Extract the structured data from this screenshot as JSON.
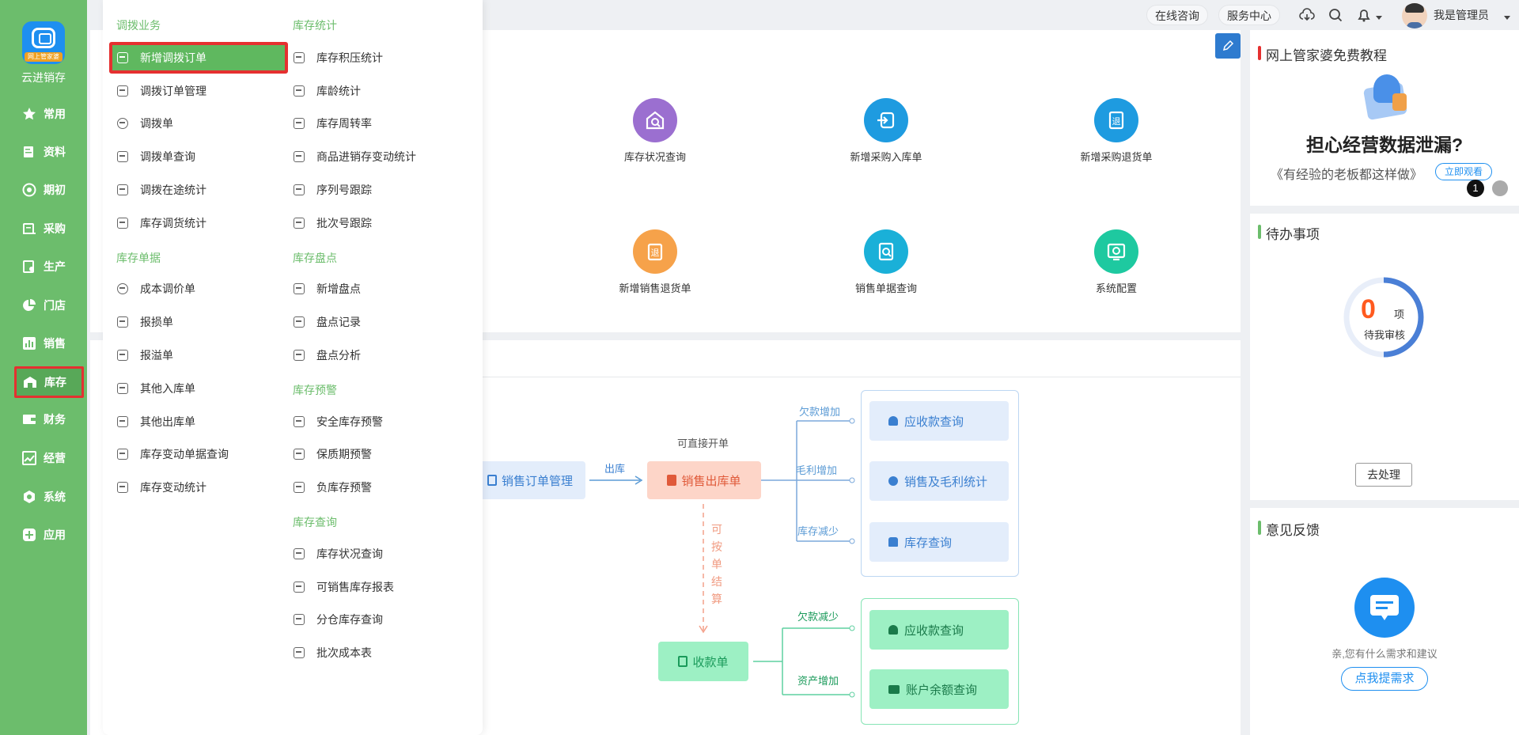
{
  "sidebar": {
    "brand": "云进销存",
    "logo_tag": "网上管家婆",
    "items": [
      {
        "label": "常用",
        "icon": "star-icon"
      },
      {
        "label": "资料",
        "icon": "document-icon"
      },
      {
        "label": "期初",
        "icon": "target-icon"
      },
      {
        "label": "采购",
        "icon": "purchase-icon"
      },
      {
        "label": "生产",
        "icon": "production-icon"
      },
      {
        "label": "门店",
        "icon": "pie-chart-icon"
      },
      {
        "label": "销售",
        "icon": "bar-chart-icon"
      },
      {
        "label": "库存",
        "icon": "warehouse-icon"
      },
      {
        "label": "财务",
        "icon": "wallet-icon"
      },
      {
        "label": "经营",
        "icon": "trend-chart-icon"
      },
      {
        "label": "系统",
        "icon": "settings-icon"
      },
      {
        "label": "应用",
        "icon": "apps-icon"
      }
    ]
  },
  "topbar": {
    "consult": "在线咨询",
    "service": "服务中心",
    "user": "我是管理员"
  },
  "quick_actions": [
    {
      "label": "库存状况查询",
      "color": "#9b6fd0"
    },
    {
      "label": "新增采购入库单",
      "color": "#1e9be0"
    },
    {
      "label": "新增采购退货单",
      "color": "#1e9be0"
    },
    {
      "label": "新增销售退货单",
      "color": "#f6a24a"
    },
    {
      "label": "销售单据查询",
      "color": "#1ab0d8"
    },
    {
      "label": "系统配置",
      "color": "#1ec9a0"
    }
  ],
  "flow": {
    "sales_order_mgmt": "销售订单管理",
    "ship_label": "出库",
    "direct_invoice": "可直接开单",
    "sales_out": "销售出库单",
    "debt_increase": "欠款增加",
    "gross_increase": "毛利增加",
    "stock_decrease": "库存减少",
    "receivable_query_1": "应收款查询",
    "sales_gross_stats": "销售及毛利统计",
    "stock_query": "库存查询",
    "settle_chars": [
      "可",
      "按",
      "单",
      "结",
      "算"
    ],
    "receipt": "收款单",
    "debt_decrease": "欠款减少",
    "asset_increase": "资产增加",
    "receivable_query_2": "应收款查询",
    "account_balance": "账户余额查询"
  },
  "tutorial": {
    "title": "网上管家婆免费教程",
    "headline": "担心经营数据泄漏?",
    "sub": "《有经验的老板都这样做》",
    "watch": "立即观看",
    "page": "1"
  },
  "todo": {
    "title": "待办事项",
    "count": "0",
    "unit": "项",
    "label": "待我审核",
    "button": "去处理"
  },
  "feedback": {
    "title": "意见反馈",
    "hint": "亲,您有什么需求和建议",
    "button": "点我提需求"
  },
  "dropdown": {
    "col1": [
      {
        "type": "head",
        "label": "调拨业务"
      },
      {
        "type": "item",
        "label": "新增调拨订单",
        "active": true
      },
      {
        "type": "item",
        "label": "调拨订单管理"
      },
      {
        "type": "item",
        "label": "调拨单"
      },
      {
        "type": "item",
        "label": "调拨单查询"
      },
      {
        "type": "item",
        "label": "调拨在途统计"
      },
      {
        "type": "item",
        "label": "库存调货统计"
      },
      {
        "type": "head",
        "label": "库存单据"
      },
      {
        "type": "item",
        "label": "成本调价单"
      },
      {
        "type": "item",
        "label": "报损单"
      },
      {
        "type": "item",
        "label": "报溢单"
      },
      {
        "type": "item",
        "label": "其他入库单"
      },
      {
        "type": "item",
        "label": "其他出库单"
      },
      {
        "type": "item",
        "label": "库存变动单据查询"
      },
      {
        "type": "item",
        "label": "库存变动统计"
      }
    ],
    "col2": [
      {
        "type": "head",
        "label": "库存统计"
      },
      {
        "type": "item",
        "label": "库存积压统计"
      },
      {
        "type": "item",
        "label": "库龄统计"
      },
      {
        "type": "item",
        "label": "库存周转率"
      },
      {
        "type": "item",
        "label": "商品进销存变动统计"
      },
      {
        "type": "item",
        "label": "序列号跟踪"
      },
      {
        "type": "item",
        "label": "批次号跟踪"
      },
      {
        "type": "head",
        "label": "库存盘点"
      },
      {
        "type": "item",
        "label": "新增盘点"
      },
      {
        "type": "item",
        "label": "盘点记录"
      },
      {
        "type": "item",
        "label": "盘点分析"
      },
      {
        "type": "head",
        "label": "库存预警"
      },
      {
        "type": "item",
        "label": "安全库存预警"
      },
      {
        "type": "item",
        "label": "保质期预警"
      },
      {
        "type": "item",
        "label": "负库存预警"
      },
      {
        "type": "head",
        "label": "库存查询"
      },
      {
        "type": "item",
        "label": "库存状况查询"
      },
      {
        "type": "item",
        "label": "可销售库存报表"
      },
      {
        "type": "item",
        "label": "分仓库存查询"
      },
      {
        "type": "item",
        "label": "批次成本表"
      }
    ]
  }
}
